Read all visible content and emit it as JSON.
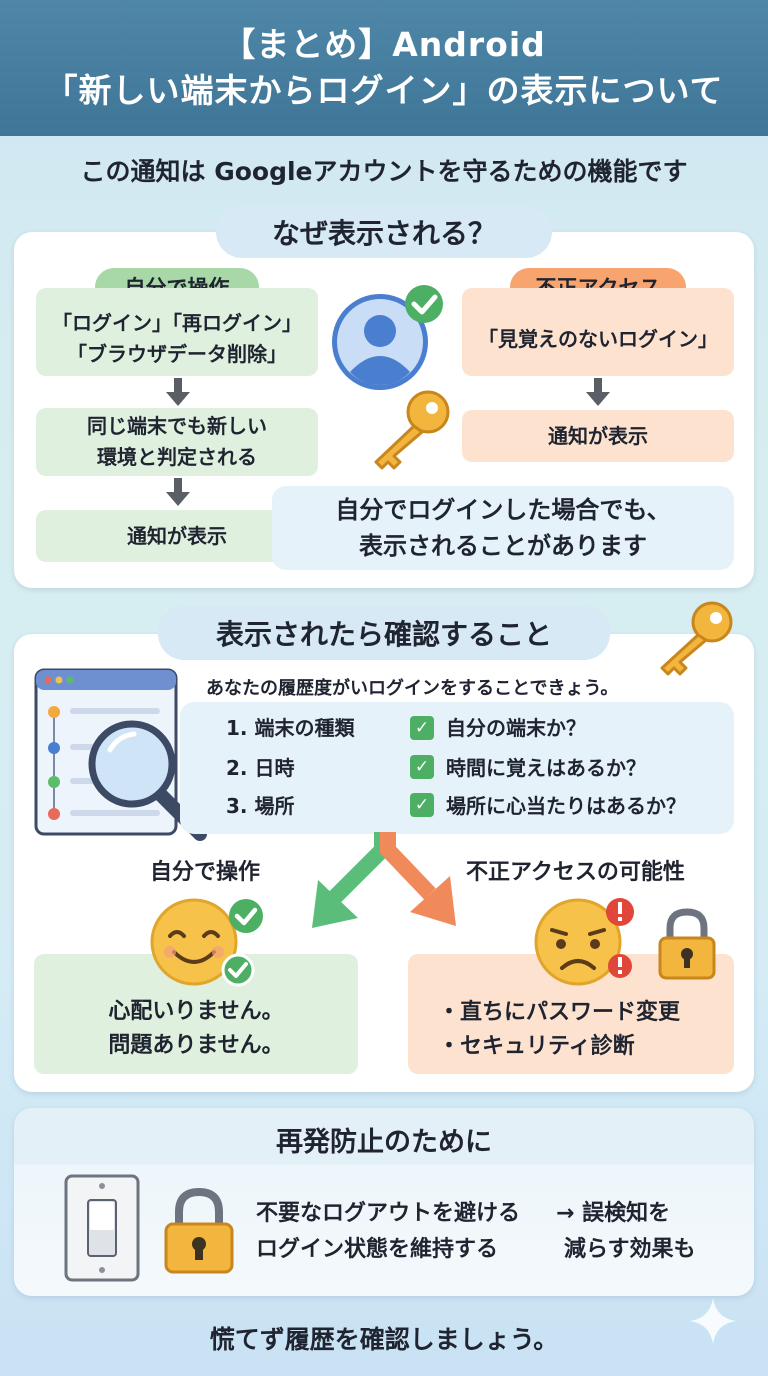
{
  "header": {
    "line1": "【まとめ】Android",
    "line2": "「新しい端末からログイン」の表示について"
  },
  "subtitle": "この通知は Googleアカウントを守るための機能です",
  "section1": {
    "title": "なぜ表示される？",
    "left": {
      "pill": "自分で操作",
      "box1_line1": "「ログイン」「再ログイン」",
      "box1_line2": "「ブラウザデータ削除」",
      "box2_line1": "同じ端末でも新しい",
      "box2_line2": "環境と判定される",
      "box3": "通知が表示"
    },
    "right": {
      "pill": "不正アクセス",
      "box1": "「見覚えのないログイン」",
      "box2": "通知が表示"
    },
    "note_line1": "自分でログインした場合でも、",
    "note_line2": "表示されることがあります"
  },
  "section2": {
    "title": "表示されたら確認すること",
    "caption": "あなたの履歴度がいログインをすることできょう。",
    "items": [
      "1. 端末の種類",
      "2. 日時",
      "3. 場所"
    ],
    "checks": [
      "自分の端末か？",
      "時間に覚えはあるか？",
      "場所に心当たりはあるか？"
    ],
    "left_label": "自分で操作",
    "left_line1": "心配いりません。",
    "left_line2": "問題ありません。",
    "right_label": "不正アクセスの可能性",
    "right_bullets": [
      "・直ちにパスワード変更",
      "・セキュリティ診断"
    ]
  },
  "section3": {
    "title": "再発防止のために",
    "line1": "不要なログアウトを避ける",
    "line2": "ログイン状態を維持する",
    "effect_line1": "→ 誤検知を",
    "effect_line2": "減らす効果も"
  },
  "footer": "慌てず履歴を確認しましょう。",
  "colors": {
    "header": "#3f7698",
    "green": "#4caf63",
    "orange": "#f07f4f",
    "accent_blue": "#4a7fd0"
  }
}
